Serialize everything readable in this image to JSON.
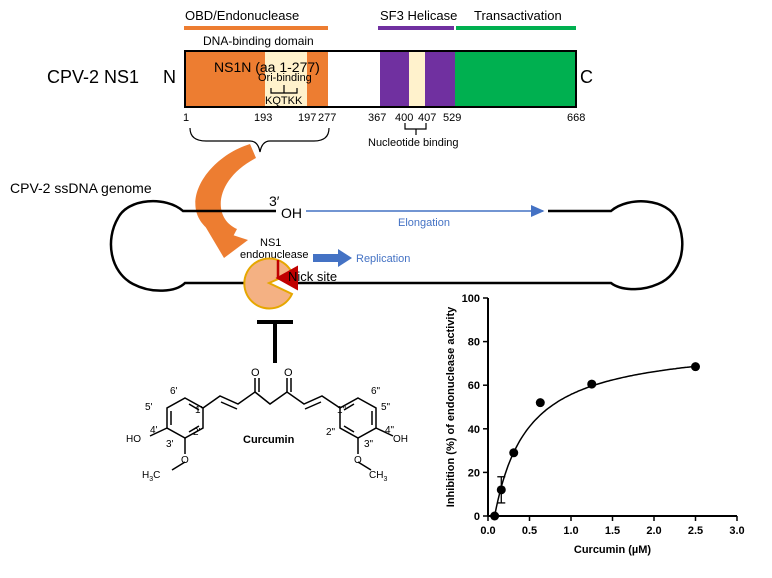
{
  "protein": {
    "name": "CPV-2 NS1",
    "n_term": "N",
    "c_term": "C",
    "domains": [
      {
        "label": "OBD/Endonuclease",
        "color": "#ED7D31"
      },
      {
        "label": "SF3 Helicase",
        "color": "#7030A0"
      },
      {
        "label": "Transactivation",
        "color": "#00B050"
      }
    ],
    "dna_binding_domain": "DNA-binding domain",
    "ns1n_label": "NS1N (aa 1-277)",
    "ori_binding": "Ori-binding",
    "motif": "KQTKK",
    "positions": [
      "1",
      "193",
      "197",
      "277",
      "367",
      "400",
      "407",
      "529",
      "668"
    ],
    "nucleotide_binding": "Nucleotide binding"
  },
  "genome": {
    "title": "CPV-2 ssDNA genome",
    "three_prime": "3′",
    "oh": "OH",
    "elongation": "Elongation",
    "endonuclease_line1": "NS1",
    "endonuclease_line2": "endonuclease",
    "replication": "Replication",
    "nick_site": "Nick site"
  },
  "molecule": {
    "name": "Curcumin",
    "atom_labels": [
      "6'",
      "5'",
      "4'",
      "3'",
      "2'",
      "1'",
      "6\"",
      "5\"",
      "4\"",
      "3\"",
      "2\"",
      "1\"",
      "O",
      "O",
      "HO",
      "OH"
    ],
    "methoxy_left": "H3C",
    "methoxy_right": "CH3"
  },
  "chart_data": {
    "type": "scatter",
    "x": [
      0.08,
      0.16,
      0.31,
      0.63,
      1.25,
      2.5
    ],
    "y": [
      0.0,
      12.0,
      29.0,
      52.0,
      60.5,
      68.5
    ],
    "error_y": [
      0,
      6,
      0,
      0,
      0,
      0
    ],
    "fit": "hyperbolic saturation curve through points",
    "xlabel": "Curcumin (µM)",
    "ylabel": "Inhibition (%) of endonuclease activity",
    "xlim": [
      0,
      3.0
    ],
    "ylim": [
      0,
      100
    ],
    "xticks": [
      "0.0",
      "0.5",
      "1.0",
      "1.5",
      "2.0",
      "2.5",
      "3.0"
    ],
    "yticks": [
      "0",
      "20",
      "40",
      "60",
      "80",
      "100"
    ],
    "grid": false
  }
}
